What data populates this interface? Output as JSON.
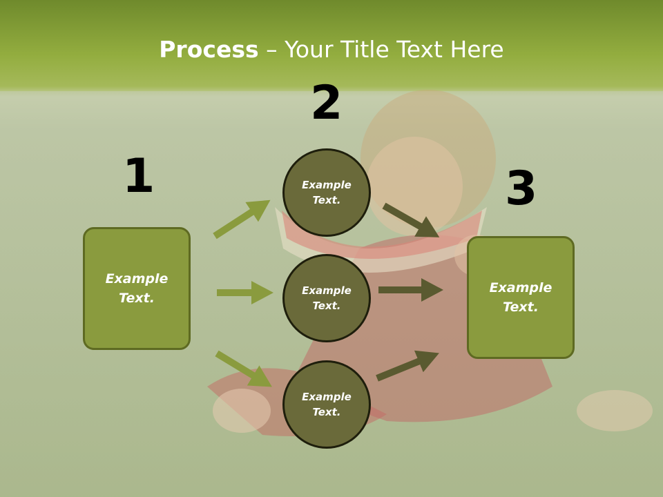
{
  "slide": {
    "title_bold": "Process",
    "title_rest": " – Your Title Text Here"
  },
  "steps": [
    {
      "number": "1",
      "box_text": "Example\nText."
    },
    {
      "number": "2"
    },
    {
      "number": "3",
      "box_text": "Example\nText."
    }
  ],
  "circles": [
    {
      "text": "Example\nText."
    },
    {
      "text": "Example\nText."
    },
    {
      "text": "Example\nText."
    }
  ],
  "colors": {
    "header_green": "#7a9433",
    "box_fill": "#8a9b3e",
    "circle_fill": "#6a6a3a",
    "arrow_light": "#8a9b3e",
    "arrow_dark": "#5a5a30"
  }
}
